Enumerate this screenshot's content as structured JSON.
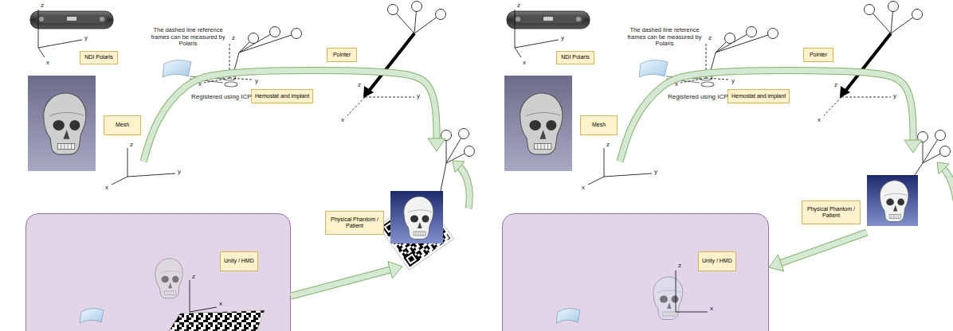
{
  "diagram": {
    "nodes": [
      {
        "text": [
          "NDI Polaris"
        ]
      },
      {
        "text": [
          "Hemostat and implant"
        ]
      },
      {
        "text": [
          "Pointer"
        ]
      },
      {
        "text": [
          "Mesh"
        ]
      },
      {
        "text": [
          "Physical Phantom / Patient"
        ]
      },
      {
        "text": [
          "Unity / HMD"
        ]
      },
      {
        "text": [
          "NDI Polaris"
        ]
      },
      {
        "text": [
          "Hemostat and implant"
        ]
      },
      {
        "text": [
          "Pointer"
        ]
      },
      {
        "text": [
          "Mesh"
        ]
      },
      {
        "text": [
          "Physical Phantom / Patient"
        ]
      },
      {
        "text": [
          "Unity / HMD"
        ]
      }
    ],
    "edges": [
      {
        "from": 3,
        "to": 4,
        "arrow": "to",
        "label": "Registered using ICP"
      },
      {
        "from": 5,
        "to": 4,
        "arrow": "to"
      },
      {
        "from": 9,
        "to": 10,
        "arrow": "to",
        "label": "Registered using ICP"
      },
      {
        "from": 10,
        "to": 11,
        "arrow": "to"
      }
    ],
    "labels": [
      "The dashed line reference frames can be measured by Polaris",
      "z",
      "y",
      "x",
      "z",
      "x",
      "y",
      "z",
      "y",
      "x",
      "z",
      "y",
      "x",
      "z",
      "x",
      "The dashed line reference frames can be measured by Polaris",
      "z",
      "y",
      "x",
      "z",
      "x",
      "y",
      "z",
      "y",
      "x",
      "z",
      "y",
      "x",
      "z",
      "x"
    ]
  }
}
